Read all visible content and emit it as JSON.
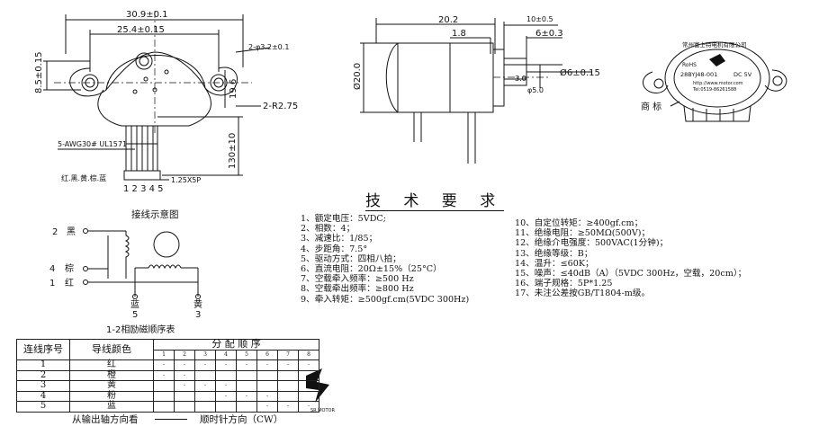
{
  "front_view": {
    "width_outer": "30.9±0.1",
    "width_holes": "25.4±0.15",
    "hole_spec": "2-φ3.2±0.1",
    "height_offset": "8.5±0.15",
    "height_dim": "19.6",
    "radius": "2-R2.75",
    "lead_length": "130±10",
    "wire_spec": "5-AWG30# UL1571",
    "connector_spec": "1.25X5P",
    "wire_colors": "红.黑.黄.棕.蓝",
    "pin_numbers": "1 2 3 4 5"
  },
  "side_view": {
    "length": "20.2",
    "shaft_offset": "1.8",
    "shaft_len_top": "10±0.5",
    "shaft_len": "6±0.3",
    "body_dia": "Ø20.0",
    "shaft_dia": "Ø6±0.15",
    "flat": "3.0",
    "small_dia": "φ5.0"
  },
  "product_view": {
    "brand_ring": "常州富士特电机有限公司",
    "rohs": "RoHS",
    "model": "28BYJ48-001",
    "voltage": "DC 5V",
    "url": "http://www.motor.com",
    "tel": "Tel:0519-86261588",
    "trademark_label": "商 标"
  },
  "wiring": {
    "title": "接线示意图",
    "pin2": "2",
    "pin2_color": "黑",
    "pin4": "4",
    "pin4_color": "棕",
    "pin1": "1",
    "pin1_color": "红",
    "blue_label": "蓝",
    "blue_pin": "5",
    "yellow_label": "黄",
    "yellow_pin": "3"
  },
  "requirements": {
    "title": "技 术 要 求",
    "left": [
      "1、额定电压：5VDC;",
      "2、相数：4；",
      "3、减速比：1/85；",
      "4、步距角：7.5°",
      "5、驱动方式：四相八拍；",
      "6、直流电阻：20Ω±15%（25°C）",
      "7、空载牵入频率：≥500 Hz",
      "8、空载牵出频率：≥800 Hz",
      "9、牵入转矩：≥500gf.cm(5VDC 300Hz)"
    ],
    "right": [
      "10、自定位转矩：≥400gf.cm；",
      "11、绝缘电阻：≥50MΩ(500V)；",
      "12、绝缘介电强度：500VAC(1分钟)；",
      "13、绝缘等级：B；",
      "14、温升：≤60K；",
      "15、噪声：≤40dB（A）（5VDC 300Hz，空载，20cm）；",
      "16、端子规格：5P*1.25",
      "17、未注公差按GB/T1804-m级。"
    ]
  },
  "sequence_table": {
    "title": "1-2相励磁顺序表",
    "col_no": "连线序号",
    "col_color": "导线颜色",
    "col_order": "分 配 顺 序",
    "steps": [
      "1",
      "2",
      "3",
      "4",
      "5",
      "6",
      "7",
      "8"
    ],
    "rows": [
      {
        "no": "1",
        "color": "红",
        "cells": [
          "-",
          "-",
          "-",
          "-",
          "-",
          "-",
          "-",
          "-"
        ]
      },
      {
        "no": "2",
        "color": "橙",
        "cells": [
          "-",
          "-",
          "",
          "",
          "",
          "",
          "",
          "-"
        ]
      },
      {
        "no": "3",
        "color": "黄",
        "cells": [
          "",
          "-",
          "-",
          "-",
          "",
          "",
          "",
          ""
        ]
      },
      {
        "no": "4",
        "color": "粉",
        "cells": [
          "",
          "",
          "",
          "-",
          "-",
          "-",
          "",
          ""
        ]
      },
      {
        "no": "5",
        "color": "蓝",
        "cells": [
          "",
          "",
          "",
          "",
          "",
          "-",
          "-",
          "-"
        ]
      }
    ],
    "footer_left": "从输出轴方向看",
    "footer_right": "顺时针方向（CW）"
  },
  "logo": {
    "text": "SR MOTOR"
  }
}
